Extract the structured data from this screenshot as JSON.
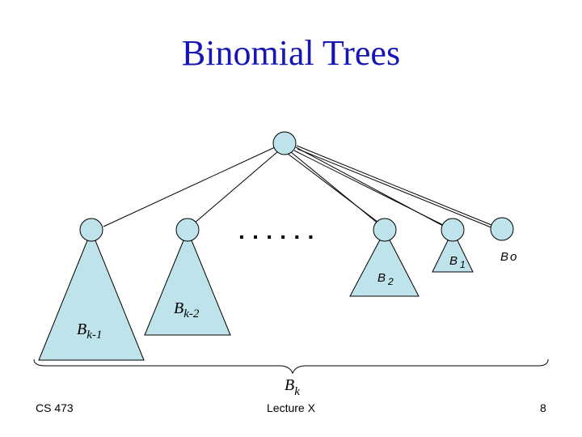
{
  "slide": {
    "title": "Binomial Trees",
    "footer_left": "CS 473",
    "footer_center": "Lecture X",
    "footer_right": "8"
  },
  "diagram": {
    "labels": {
      "bk1_base": "B",
      "bk1_sub": "k-1",
      "bk2_base": "B",
      "bk2_sub": "k-2",
      "b2_base": "B",
      "b2_sub": "2",
      "b1_base": "B",
      "b1_sub": "1",
      "b0": "Bo",
      "bk_base": "B",
      "bk_sub": "k"
    },
    "ellipsis": "· · · · · ·",
    "colors": {
      "node_fill": "#bfe3ea",
      "stroke": "#000000",
      "title": "#1616b4"
    }
  }
}
